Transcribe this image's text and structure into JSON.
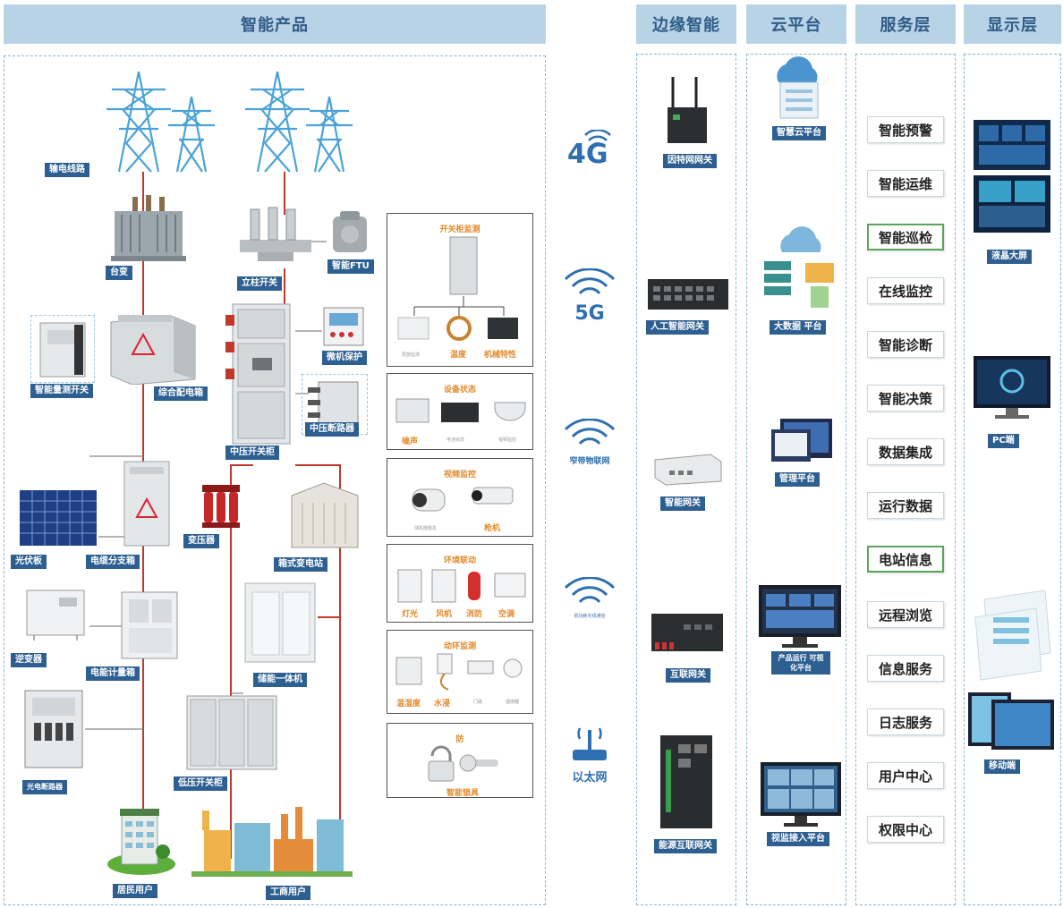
{
  "headers": {
    "products": "智能产品",
    "edge": "边缘智能",
    "cloud": "云平台",
    "service": "服务层",
    "display": "显示层"
  },
  "devices": {
    "transmission_line": "输电线路",
    "pole_transformer": "台变",
    "pole_switch": "立柱开关",
    "ftu": "智能FTU",
    "smart_switch": "智能量测开关",
    "distribution_box": "综合配电箱",
    "relay_protection": "微机保护",
    "mv_breaker": "中压断路器",
    "mv_cabinet": "中压开关柜",
    "pv_panel": "光伏板",
    "cable_branch_box": "电缆分支箱",
    "transformer": "变压器",
    "box_substation": "箱式变电站",
    "inverter": "逆变器",
    "meter_box": "电能计量箱",
    "storage": "储能一体机",
    "pv_breaker": "光电断路器",
    "lv_cabinet": "低压开关柜",
    "residential": "居民用户",
    "industrial": "工商用户"
  },
  "panels": {
    "switchgear": {
      "title": "开关柜监测",
      "items": [
        "局放监测",
        "温度",
        "机械特性"
      ]
    },
    "equipment": {
      "title": "设备状态",
      "items": [
        "噪声",
        "电池状态",
        "视频监控"
      ]
    },
    "video": {
      "title": "视频监控",
      "items": [
        "球机摄像机",
        "枪机"
      ]
    },
    "environment": {
      "title": "环境联动",
      "items": [
        "灯光",
        "风机",
        "消防",
        "空调"
      ]
    },
    "dynamic": {
      "title": "动环监测",
      "items": [
        "温湿度",
        "水浸",
        "门磁",
        "烟感器"
      ]
    },
    "security": {
      "title": "防",
      "items": [
        "智能锁具"
      ]
    }
  },
  "networks": {
    "n4g": "4G",
    "n5g": "5G",
    "nbiot": "窄带物联网",
    "wireless_small": "低功耗无线通信",
    "ethernet": "以太网"
  },
  "edge_devices": [
    "因特网网关",
    "人工智能网关",
    "智能网关",
    "互联网关",
    "能源互联网关"
  ],
  "cloud_items": [
    "智慧云平台",
    "大数据 平台",
    "管理平台",
    "产品运行 可视化平台",
    "视监接入平台"
  ],
  "services": [
    "智能预警",
    "智能运维",
    "智能巡检",
    "在线监控",
    "智能诊断",
    "智能决策",
    "数据集成",
    "运行数据",
    "电站信息",
    "远程浏览",
    "信息服务",
    "日志服务",
    "用户中心",
    "权限中心"
  ],
  "services_highlighted": [
    "智能巡检",
    "电站信息"
  ],
  "display_items": [
    "液晶大屏",
    "PC端",
    "移动端"
  ],
  "colors": {
    "header_bg": "#b9d3e6",
    "header_text": "#2f5c86",
    "label_bg": "#2d5f91",
    "tower": "#4aa3d8",
    "red_line": "#c0392b",
    "panel_title": "#e28a2b",
    "network": "#2d6fb0",
    "highlight_border": "#5aa55a"
  }
}
